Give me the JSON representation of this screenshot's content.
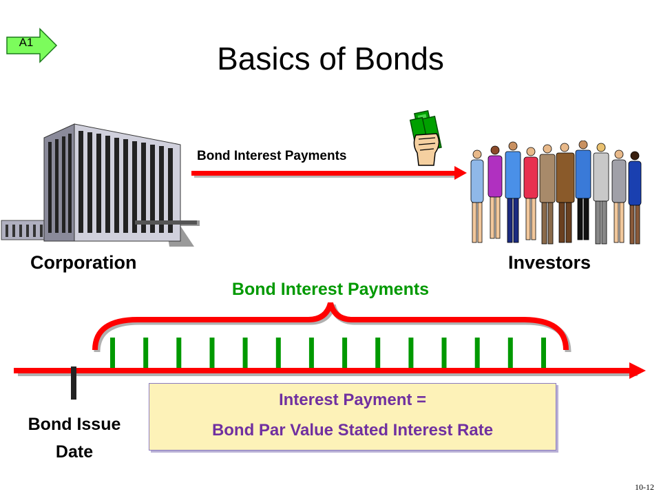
{
  "slide": {
    "title": "Basics of Bonds",
    "badge": "A1",
    "page_number": "10-12"
  },
  "top_diagram": {
    "arrow_label": "Bond Interest Payments",
    "left_label": "Corporation",
    "right_label": "Investors"
  },
  "timeline": {
    "brace_label": "Bond Interest Payments",
    "payment_count": 14,
    "issue_label_line1": "Bond Issue",
    "issue_label_line2": "Date"
  },
  "formula": {
    "line1": "Interest Payment =",
    "line2": "Bond Par Value  Stated Interest Rate"
  },
  "colors": {
    "arrow_red": "#ff0000",
    "payment_green": "#009900",
    "formula_text": "#7030a0",
    "formula_bg": "#fdf2b8",
    "badge_green": "#7cfc5c"
  }
}
